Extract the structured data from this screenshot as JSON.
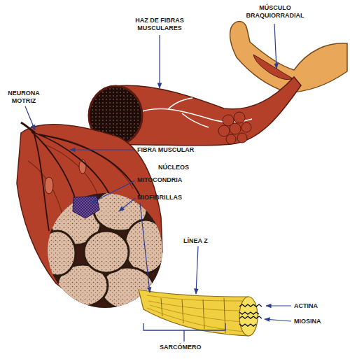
{
  "diagram": {
    "labels": [
      "MÚSCULO BRAQUIORRADIAL",
      "HAZ DE FIBRAS MUSCULARES",
      "NEURONA MOTRIZ",
      "FIBRA MUSCULAR",
      "NÚCLEOS",
      "MITOCONDRIA",
      "MIOFIBRILLAS",
      "LÍNEA Z",
      "ACTINA",
      "MIOSINA",
      "SARCÓMERO"
    ]
  }
}
